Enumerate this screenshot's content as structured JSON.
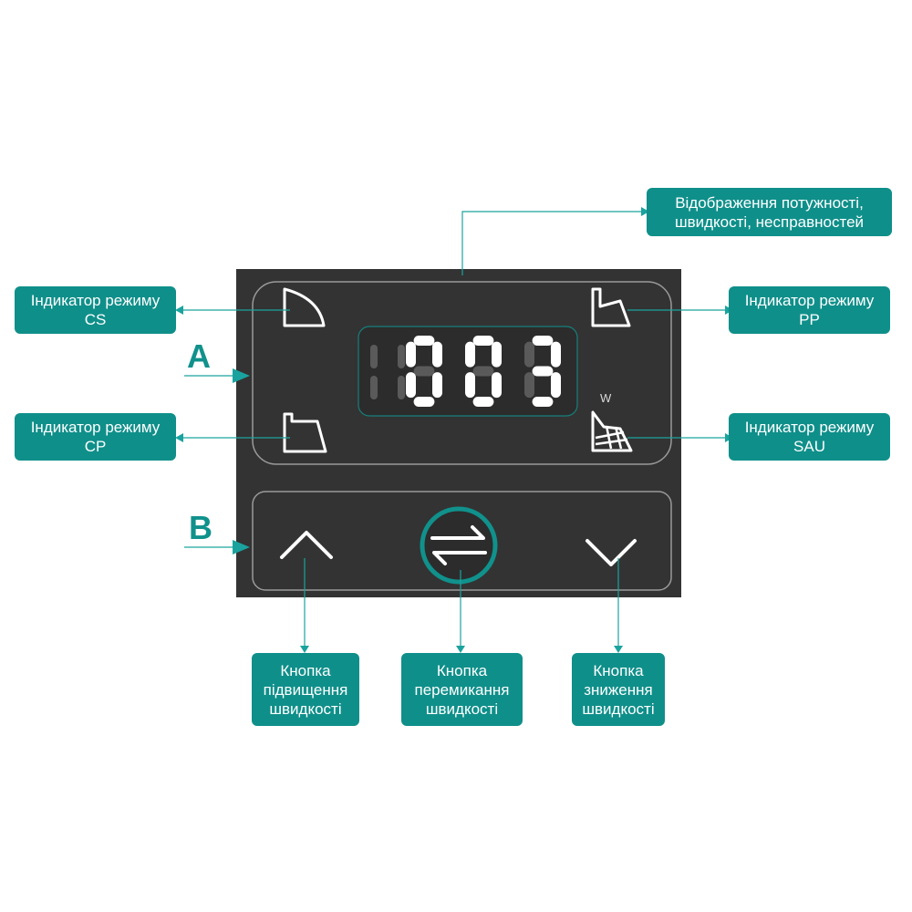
{
  "panel": {
    "display": {
      "digits": [
        "0",
        "0",
        "3"
      ]
    },
    "unit_label": "W"
  },
  "labels": {
    "section_a": "A",
    "section_b": "B"
  },
  "callouts": {
    "display": [
      "Відображення потужності,",
      "швидкості, несправностей"
    ],
    "mode_cs": [
      "Індикатор режиму",
      "CS"
    ],
    "mode_cp": [
      "Індикатор режиму",
      "CP"
    ],
    "mode_pp": [
      "Індикатор режиму",
      "PP"
    ],
    "mode_sau": [
      "Індикатор режиму",
      "SAU"
    ],
    "speed_up": [
      "Кнопка",
      "підвищення",
      "швидкості"
    ],
    "speed_switch": [
      "Кнопка",
      "перемикання",
      "швидкості"
    ],
    "speed_down": [
      "Кнопка",
      "зниження",
      "швидкості"
    ]
  },
  "colors": {
    "accent": "#10918c",
    "panel": "#333333",
    "callout": "#0f8f8a"
  },
  "icons": {
    "mode_cs": "cs-mode-icon",
    "mode_cp": "cp-mode-icon",
    "mode_pp": "pp-mode-icon",
    "mode_sau": "sau-mode-icon",
    "up": "chevron-up-icon",
    "switch": "swap-arrows-icon",
    "down": "chevron-down-icon"
  }
}
